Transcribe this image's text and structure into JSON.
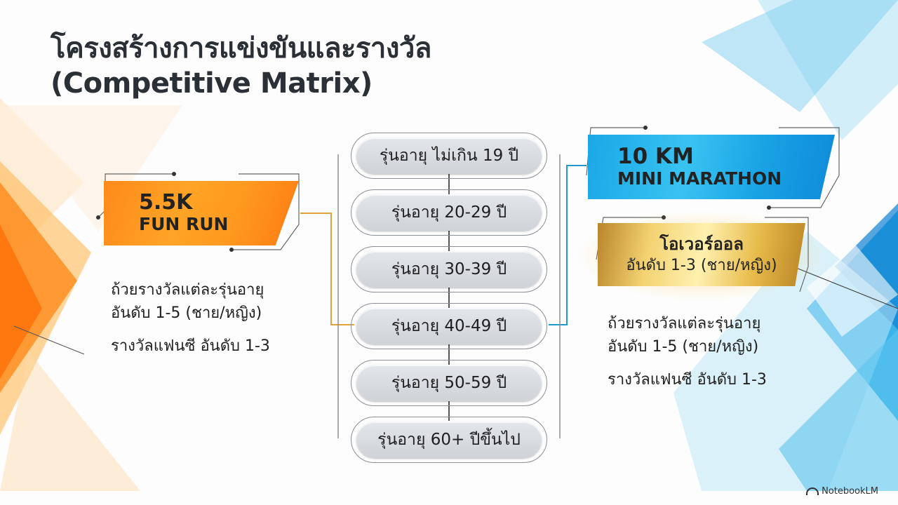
{
  "title": {
    "line1": "โครงสร้างการแข่งขันและรางวัล",
    "line2": "(Competitive Matrix)"
  },
  "left_category": {
    "badge_line1": "5.5K",
    "badge_line2": "FUN RUN",
    "color": "#ff9a1f",
    "prizes": [
      "ถ้วยรางวัลแต่ละรุ่นอายุ",
      "อันดับ 1-5 (ชาย/หญิง)",
      "รางวัลแฟนซี อันดับ 1-3"
    ]
  },
  "age_groups": [
    {
      "label": "รุ่นอายุ ไม่เกิน 19 ปี"
    },
    {
      "label": "รุ่นอายุ 20-29 ปี"
    },
    {
      "label": "รุ่นอายุ 30-39 ปี"
    },
    {
      "label": "รุ่นอายุ 40-49 ปี"
    },
    {
      "label": "รุ่นอายุ 50-59 ปี"
    },
    {
      "label": "รุ่นอายุ 60+ ปีขึ้นไป"
    }
  ],
  "right_category": {
    "badge_line1": "10 KM",
    "badge_line2": "MINI MARATHON",
    "color": "#1aa7e6",
    "overall_badge": {
      "line1": "โอเวอร์ออล",
      "line2": "อันดับ 1-3 (ชาย/หญิง)",
      "color": "#e7bb4a"
    },
    "prizes": [
      "ถ้วยรางวัลแต่ละรุ่นอายุ",
      "อันดับ 1-5 (ชาย/หญิง)",
      "รางวัลแฟนซี อันดับ 1-3"
    ]
  },
  "watermark": {
    "icon": "notebooklm-icon",
    "label": "NotebookLM"
  }
}
